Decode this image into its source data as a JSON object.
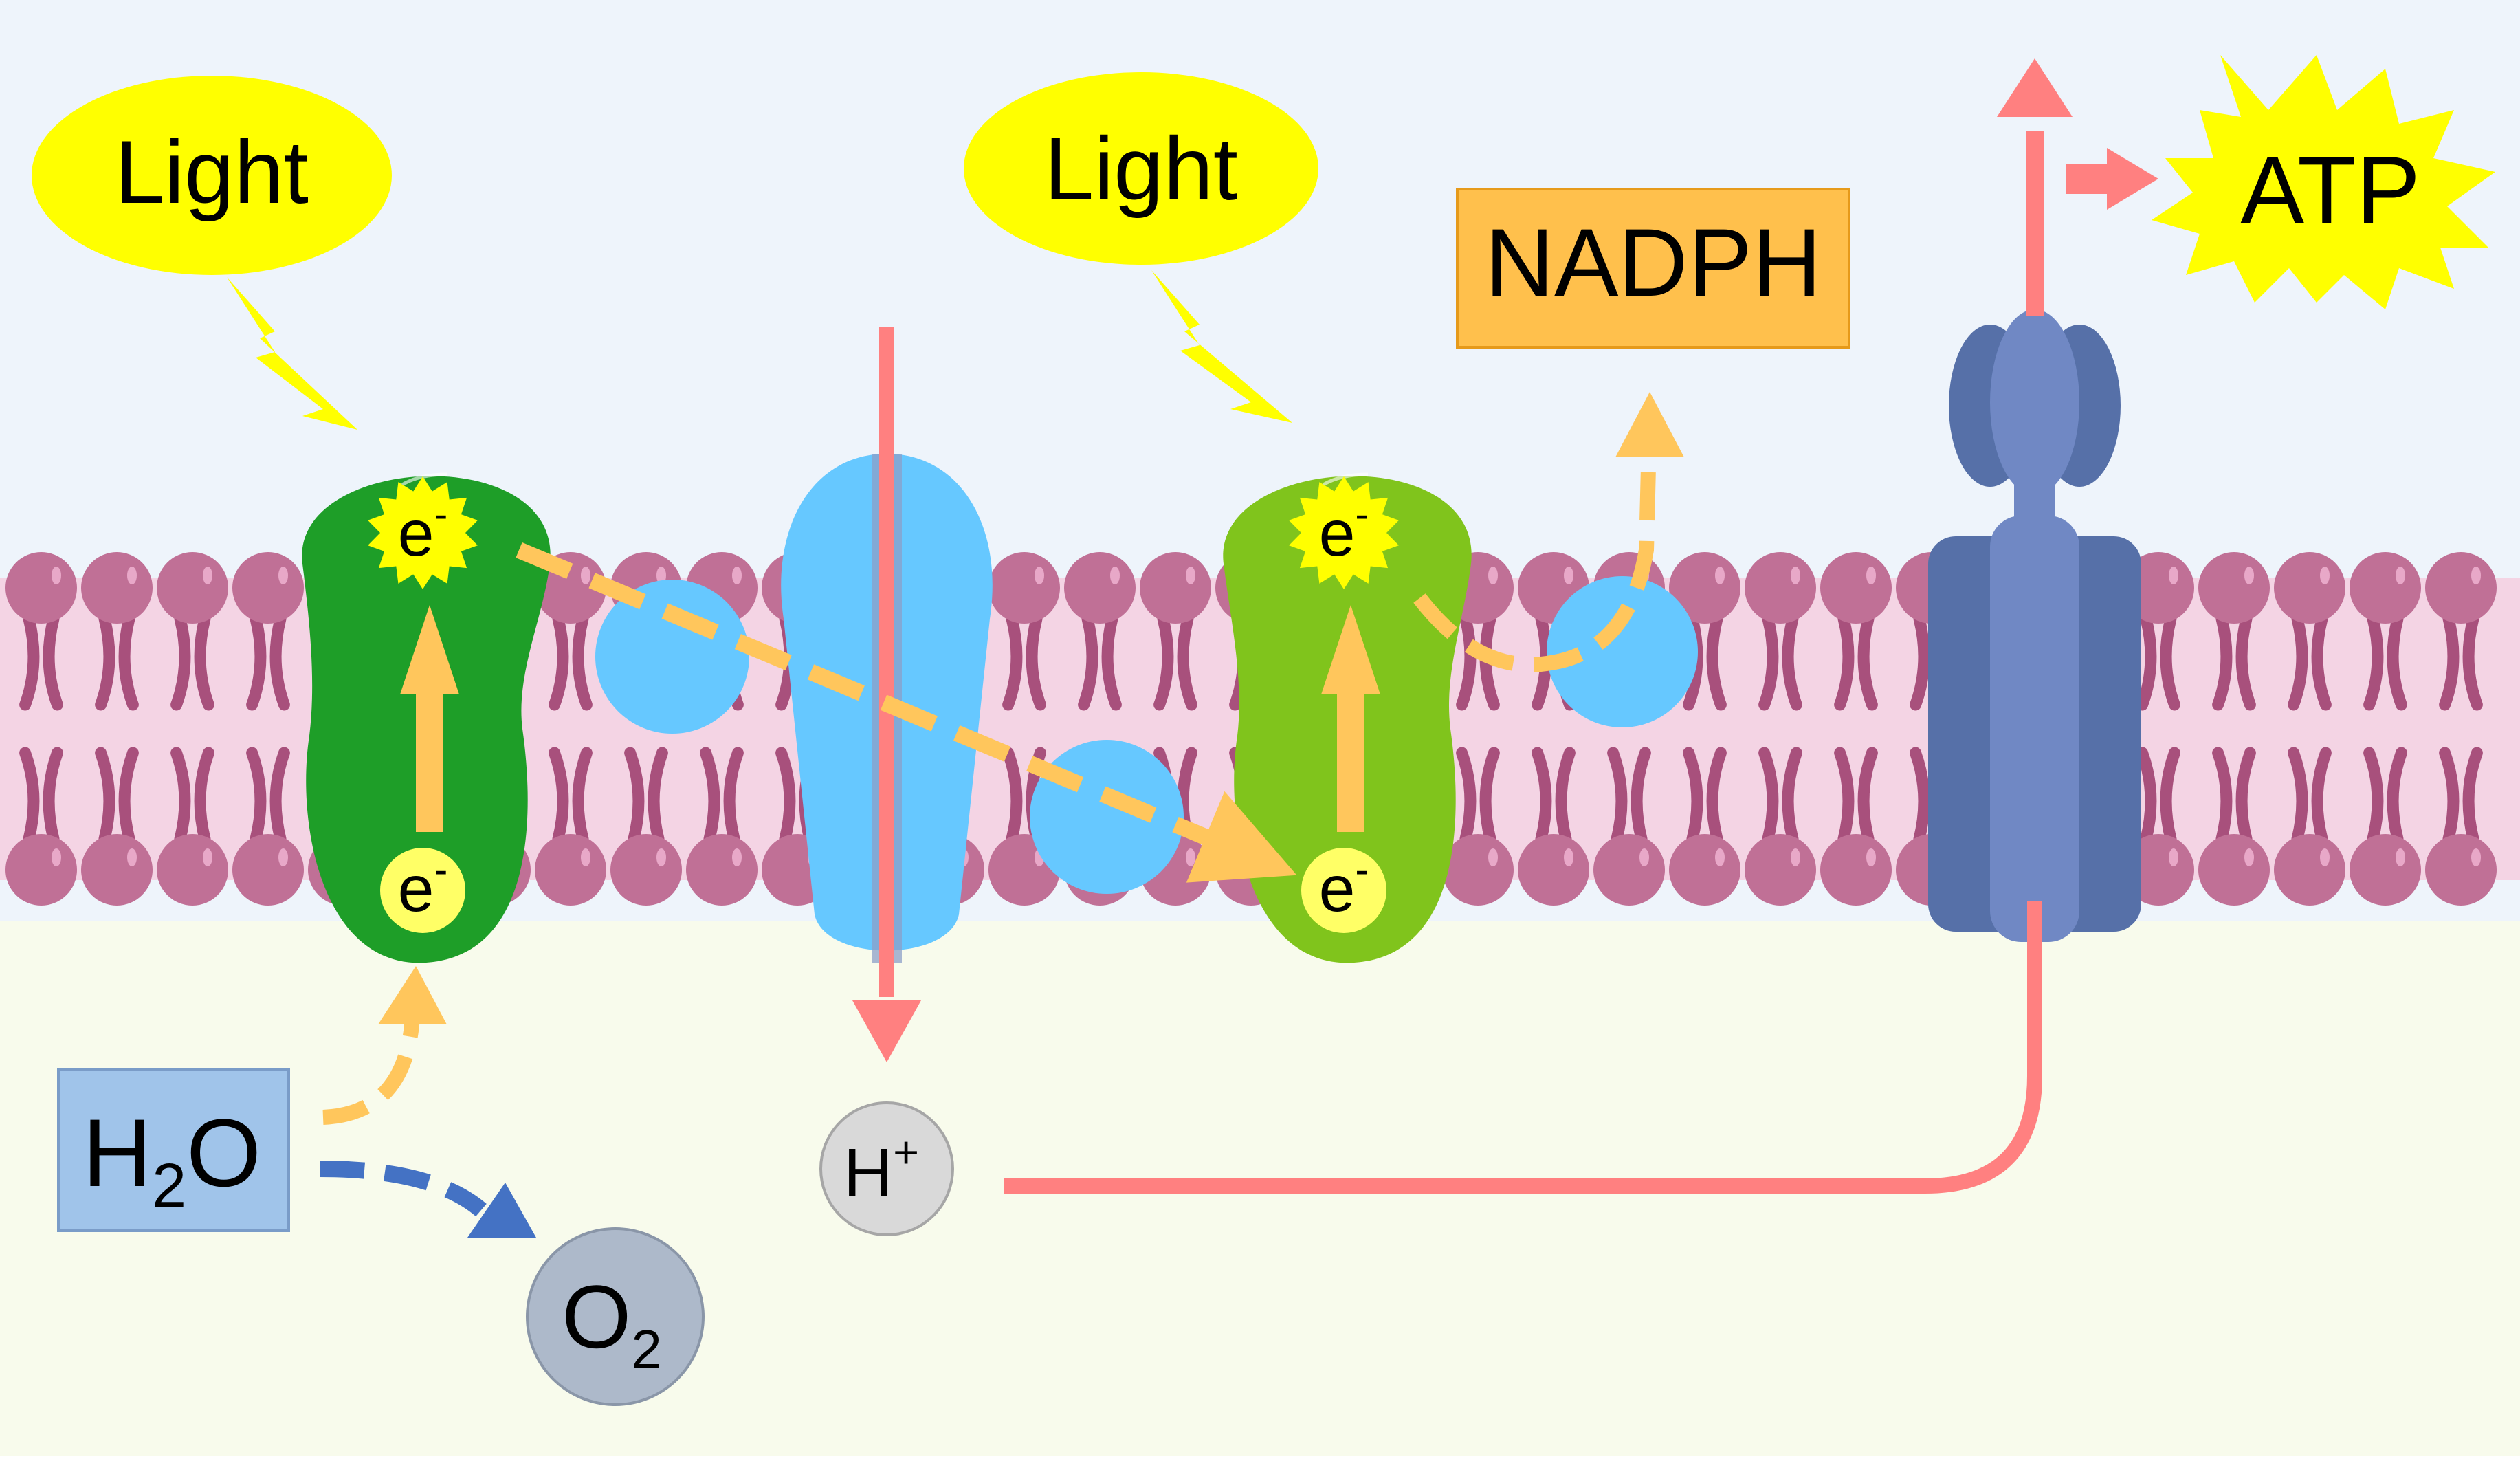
{
  "labels": {
    "light_1": "Light",
    "light_2": "Light",
    "nadph": "NADPH",
    "atp": "ATP",
    "water_main": "H",
    "water_sub": "2",
    "water_tail": "O",
    "oxygen_main": "O",
    "oxygen_sub": "2",
    "proton_main": "H",
    "proton_sup": "+",
    "electron_main": "e",
    "electron_sup": "-"
  },
  "colors": {
    "stroma_background": "#eef4fb",
    "lumen_background": "#f8fbec",
    "membrane_band": "#f4d4e4",
    "lipid_head": "#c07096",
    "lipid_tail": "#a8507c",
    "photosystem_ii": "#1e9e28",
    "photosystem_i": "#80c41c",
    "carrier_blue": "#66c8ff",
    "cytochrome_complex": "#66c8ff",
    "atp_synthase_dark": "#5670a8",
    "atp_synthase_light": "#7088c4",
    "light_ellipse": "#ffff00",
    "lightning_bolt": "#ffff00",
    "electron_path": "#ffc65c",
    "proton_path": "#ff8080",
    "water_to_oxygen_arrow": "#4472c4",
    "nadph_box": "#ffc04c",
    "water_box": "#a0c4ea",
    "oxygen_circle": "#adb9ca",
    "proton_circle": "#d9d9d9",
    "atp_burst": "#ffff00"
  }
}
